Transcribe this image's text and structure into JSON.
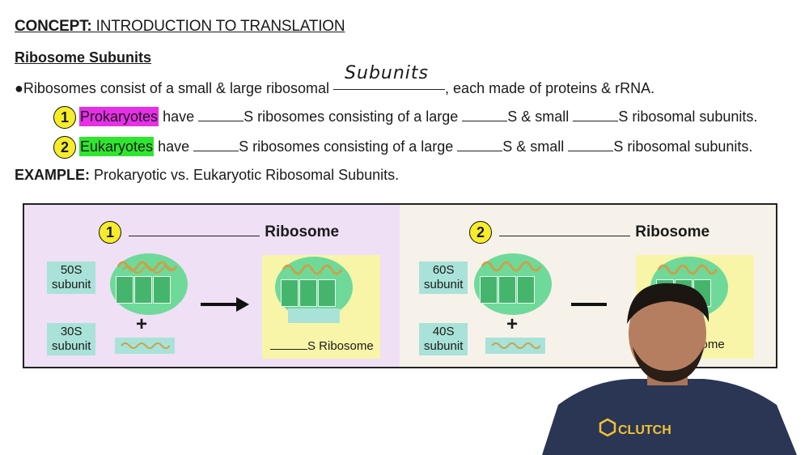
{
  "header": {
    "concept_label": "CONCEPT:",
    "concept_title": "INTRODUCTION TO TRANSLATION",
    "section_title": "Ribosome Subunits"
  },
  "bullet": {
    "marker": "●",
    "text_before": "Ribosomes consist of a small & large ribosomal",
    "handwritten_answer": "Subunits",
    "text_after": ", each made of proteins & rRNA."
  },
  "rows": [
    {
      "num": "1",
      "highlight": "Prokaryotes",
      "have": "have",
      "p1": "S ribosomes consisting of a large",
      "p2": "S & small",
      "p3": "S ribosomal subunits."
    },
    {
      "num": "2",
      "highlight": "Eukaryotes",
      "have": "have",
      "p1": "S ribosomes consisting of a large",
      "p2": "S & small",
      "p3": "S ribosomal subunits."
    }
  ],
  "example": {
    "label": "EXAMPLE:",
    "text": "Prokaryotic vs. Eukaryotic Ribosomal Subunits."
  },
  "panels": [
    {
      "num": "1",
      "title": "Ribosome",
      "large_label_1": "50S",
      "large_label_2": "subunit",
      "plus": "+",
      "small_label_1": "30S",
      "small_label_2": "subunit",
      "result_label": "S Ribosome"
    },
    {
      "num": "2",
      "title": "Ribosome",
      "large_label_1": "60S",
      "large_label_2": "subunit",
      "plus": "+",
      "small_label_1": "40S",
      "small_label_2": "subunit",
      "result_label": "S Ribosome"
    }
  ],
  "presenter": {
    "shirt_logo": "CLUTCH"
  },
  "colors": {
    "pink_highlight": "#e62fe6",
    "green_highlight": "#2fe62f",
    "number_circle": "#f7ec2a",
    "panel_left_bg": "#efe0f5",
    "panel_right_bg": "#f6f2e9",
    "subunit_oval": "#6fd99a",
    "label_teal": "#a9e2d8",
    "result_yellow": "#f8f5a8"
  }
}
